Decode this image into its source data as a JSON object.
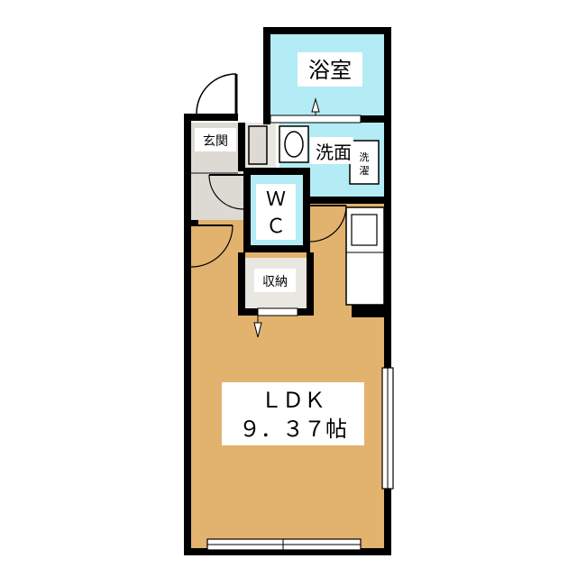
{
  "rooms": {
    "bath": "浴室",
    "washroom": "洗面",
    "washer": "洗濯",
    "entrance": "玄関",
    "toilet": "ＷＣ",
    "storage": "収納",
    "ldk_name": "ＬＤＫ",
    "ldk_size": "９．３７帖"
  },
  "colors": {
    "wall": "#000000",
    "ldk_floor": "#e2b26f",
    "wet_area": "#b3ecf4",
    "entrance_floor": "#dcdad3",
    "storage_floor": "#e9e7e1",
    "fixture": "#ffffff"
  }
}
